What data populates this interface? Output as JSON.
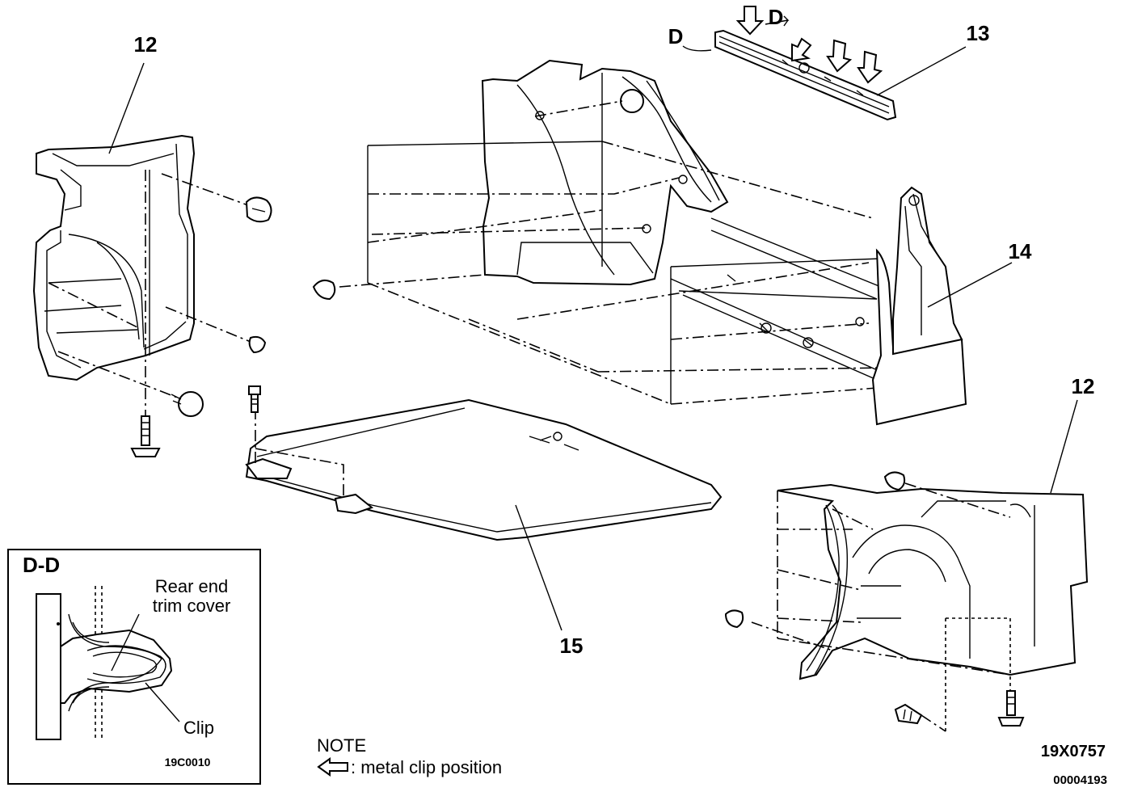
{
  "callouts": {
    "c12_left": "12",
    "c12_right": "12",
    "c13": "13",
    "c14": "14",
    "c15": "15"
  },
  "section_marks": {
    "d_left": "D",
    "d_right": "D"
  },
  "detail": {
    "title": "D-D",
    "label_trim_line1": "Rear end",
    "label_trim_line2": "trim cover",
    "label_clip": "Clip",
    "ref_code": "19C0010"
  },
  "note": {
    "heading": "NOTE",
    "text": ": metal clip position",
    "arrow_icon": "hollow-left-arrow-icon"
  },
  "figure_codes": {
    "primary": "19X0757",
    "secondary": "00004193"
  }
}
